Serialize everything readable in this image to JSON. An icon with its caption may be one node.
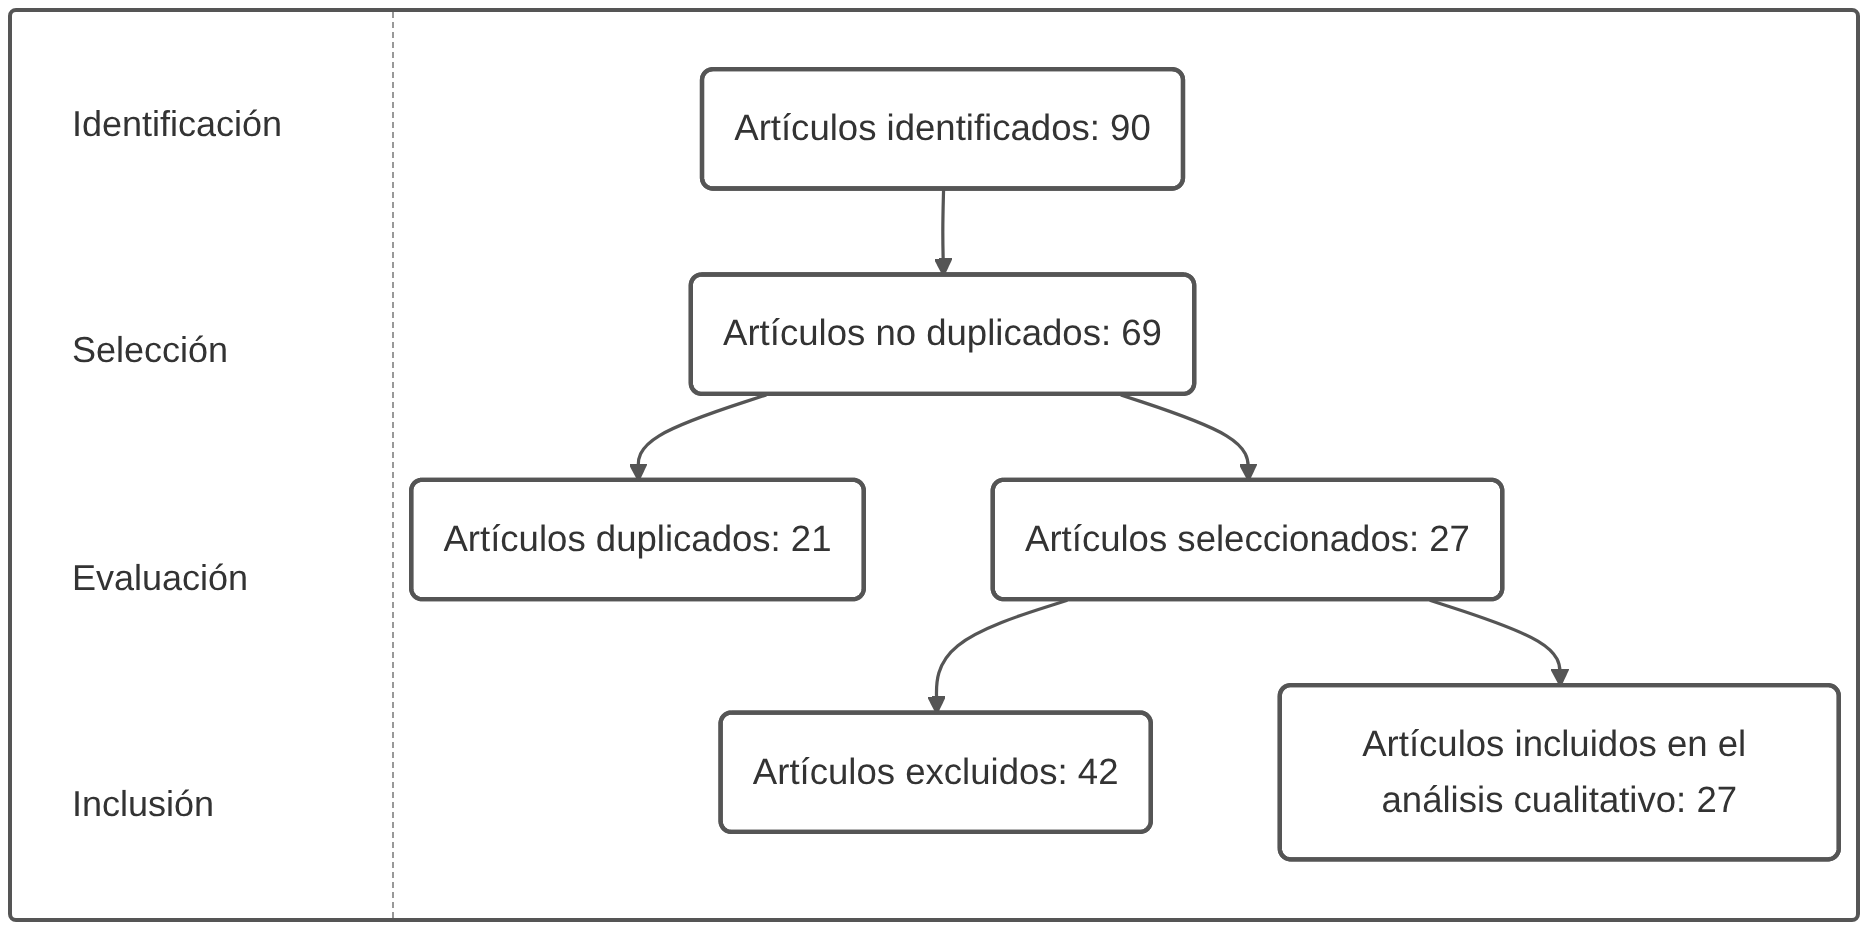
{
  "diagram": {
    "nodes": [
      {
        "text": [
          "Artículos identificados: 90"
        ]
      },
      {
        "text": [
          "Artículos no duplicados: 69"
        ]
      },
      {
        "text": [
          "Artículos  duplicados: 21"
        ]
      },
      {
        "text": [
          "Artículos seleccionados: 27"
        ]
      },
      {
        "text": [
          "Artículos excluidos: 42"
        ]
      },
      {
        "text": [
          "Artículos incluidos en el análisis cualitativo: 27"
        ]
      }
    ],
    "edges": [
      {
        "from": 0,
        "to": 1,
        "arrow": "to"
      },
      {
        "from": 1,
        "to": 2,
        "arrow": "to"
      },
      {
        "from": 1,
        "to": 3,
        "arrow": "to"
      },
      {
        "from": 3,
        "to": 4,
        "arrow": "to"
      },
      {
        "from": 3,
        "to": 5,
        "arrow": "to"
      }
    ],
    "labels": [
      "Identificación",
      "Selección",
      "Evaluación",
      "Inclusión"
    ]
  }
}
